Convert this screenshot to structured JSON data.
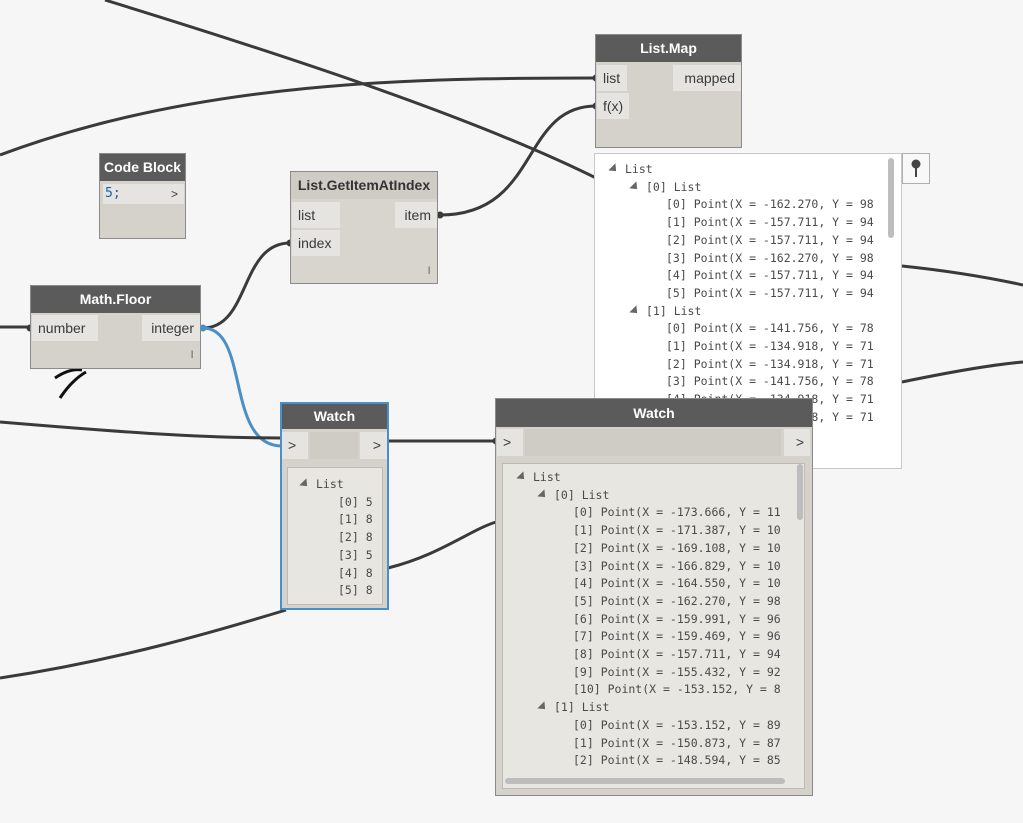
{
  "nodes": {
    "code_block": {
      "title": "Code Block",
      "code": "5;",
      "output": ">"
    },
    "get_item": {
      "title": "List.GetItemAtIndex",
      "in_list": "list",
      "in_index": "index",
      "out_item": "item",
      "lacing": "l"
    },
    "math_floor": {
      "title": "Math.Floor",
      "in_number": "number",
      "out_integer": "integer",
      "lacing": "l"
    },
    "list_map": {
      "title": "List.Map",
      "in_list": "list",
      "in_fx": "f(x)",
      "out_mapped": "mapped"
    },
    "watch_small": {
      "title": "Watch",
      "in": ">",
      "out": ">",
      "tree": [
        "List",
        "[0] 5",
        "[1] 8",
        "[2] 8",
        "[3] 5",
        "[4] 8",
        "[5] 8"
      ]
    },
    "watch_large": {
      "title": "Watch",
      "in": ">",
      "out": ">",
      "tree": [
        "List",
        "[0] List",
        "[0] Point(X = -173.666, Y = 11",
        "[1] Point(X = -171.387, Y = 10",
        "[2] Point(X = -169.108, Y = 10",
        "[3] Point(X = -166.829, Y = 10",
        "[4] Point(X = -164.550, Y = 10",
        "[5] Point(X = -162.270, Y = 98",
        "[6] Point(X = -159.991, Y = 96",
        "[7] Point(X = -159.469, Y = 96",
        "[8] Point(X = -157.711, Y = 94",
        "[9] Point(X = -155.432, Y = 92",
        "[10] Point(X = -153.152, Y = 8",
        "[1] List",
        "[0] Point(X = -153.152, Y = 89",
        "[1] Point(X = -150.873, Y = 87",
        "[2] Point(X = -148.594, Y = 85"
      ]
    },
    "preview_bubble": {
      "tree": [
        "List",
        "[0] List",
        "[0] Point(X = -162.270, Y = 98",
        "[1] Point(X = -157.711, Y = 94",
        "[2] Point(X = -157.711, Y = 94",
        "[3] Point(X = -162.270, Y = 98",
        "[4] Point(X = -157.711, Y = 94",
        "[5] Point(X = -157.711, Y = 94",
        "[1] List",
        "[0] Point(X = -141.756, Y = 78",
        "[1] Point(X = -134.918, Y = 71",
        "[2] Point(X = -134.918, Y = 71",
        "[3] Point(X = -141.756, Y = 78",
        "[4] Point(X = -134.918, Y = 71",
        "[5] Point(X = -134.918, Y = 71"
      ]
    }
  },
  "icons": {
    "pin": "pin-icon",
    "expand": "triangle-expand-icon"
  },
  "colors": {
    "canvas": "#f6f6f6",
    "header": "#5b5b5b",
    "node_body": "#d5d2cc",
    "wire": "#3a3a3a",
    "selected": "#4a90c8"
  }
}
